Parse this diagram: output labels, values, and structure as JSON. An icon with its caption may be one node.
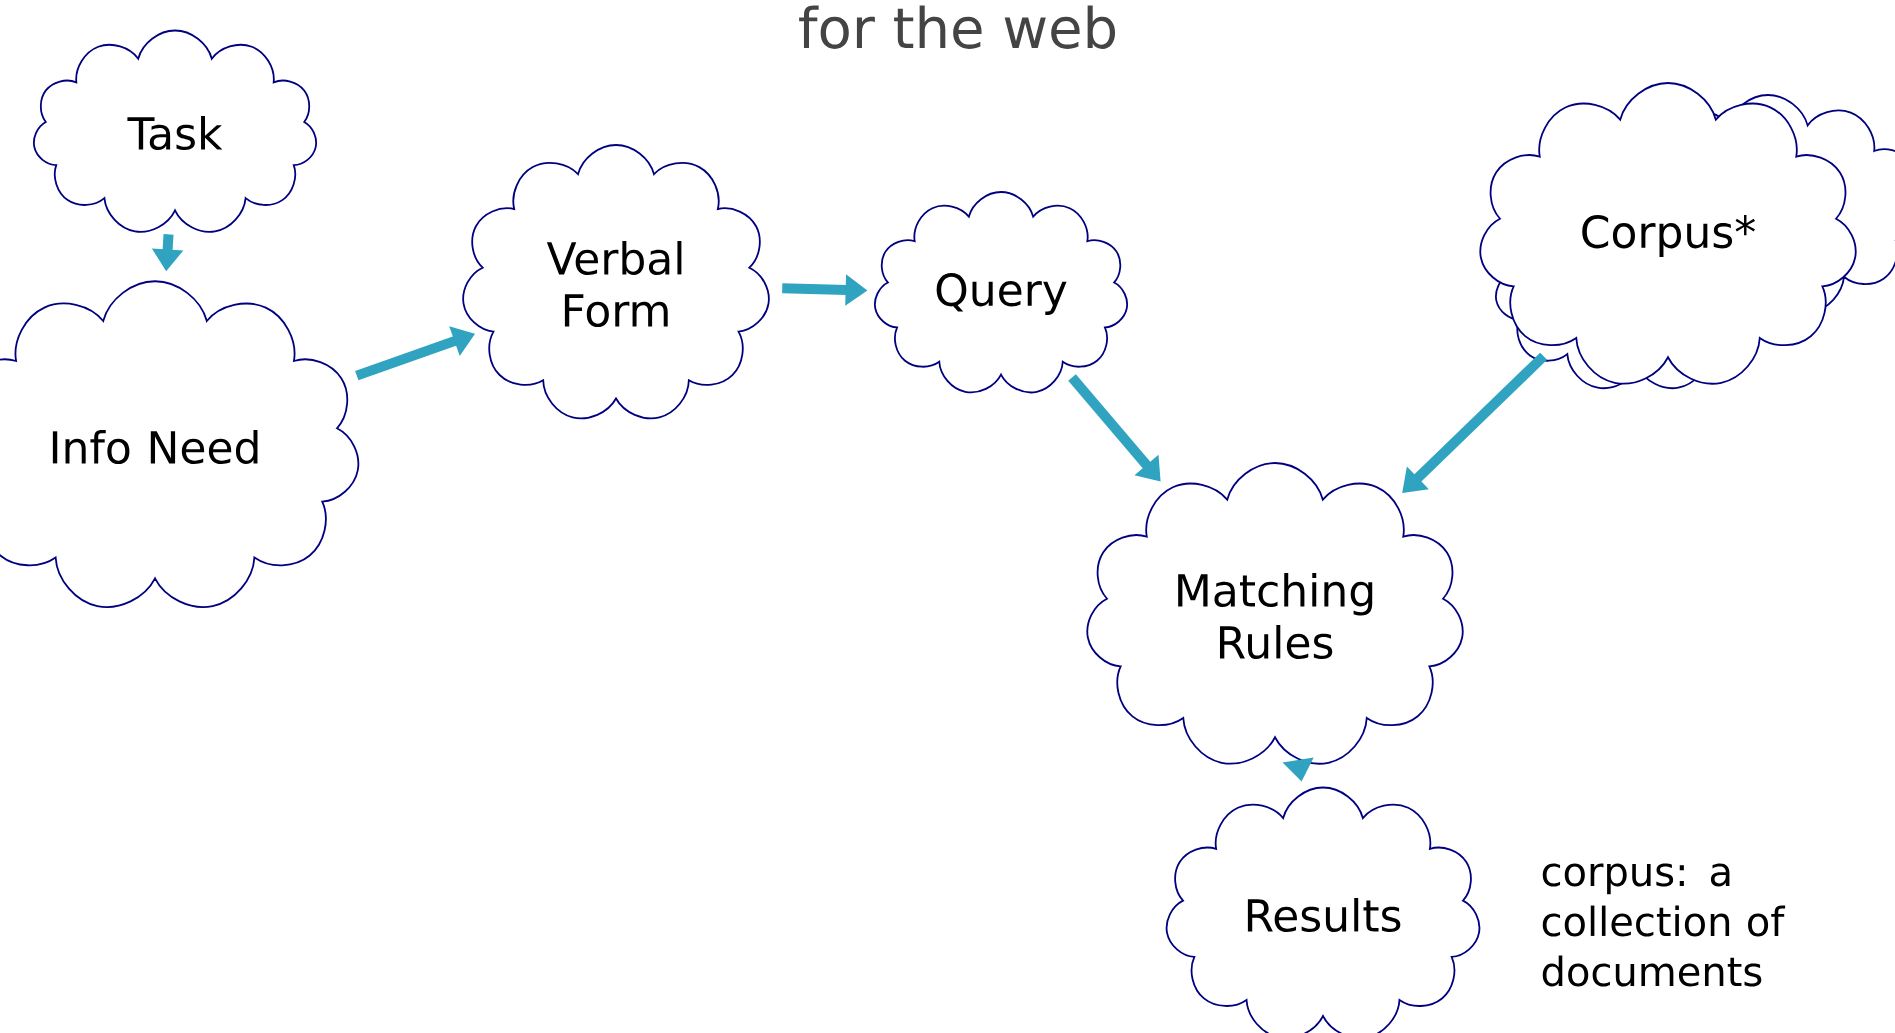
{
  "diagram": {
    "title": "for the web",
    "nodes": [
      {
        "text": [
          "Task"
        ]
      },
      {
        "text": [
          "Info Need"
        ]
      },
      {
        "text": [
          "Verbal Form"
        ]
      },
      {
        "text": [
          "Query"
        ]
      },
      {
        "text": [
          "Corpus*"
        ]
      },
      {
        "text": [
          "Matching Rules"
        ]
      },
      {
        "text": [
          "Results"
        ]
      }
    ],
    "edges": [
      {
        "from": 0,
        "to": 1,
        "arrow": "to"
      },
      {
        "from": 1,
        "to": 2,
        "arrow": "to"
      },
      {
        "from": 2,
        "to": 3,
        "arrow": "to"
      },
      {
        "from": 3,
        "to": 5,
        "arrow": "to"
      },
      {
        "from": 4,
        "to": 5,
        "arrow": "to"
      },
      {
        "from": 5,
        "to": 6,
        "arrow": "to"
      }
    ],
    "labels": [
      "corpus: a collection of documents"
    ]
  }
}
